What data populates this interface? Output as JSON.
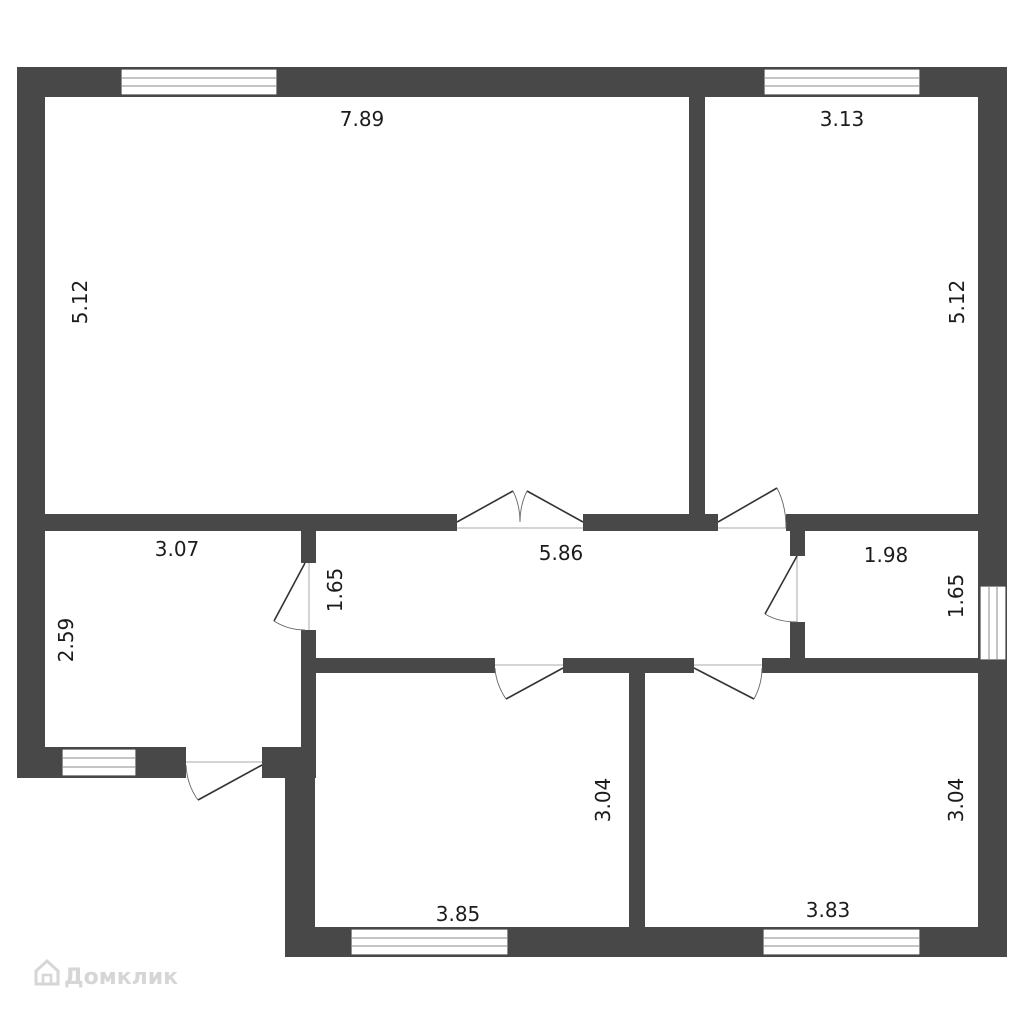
{
  "plan": {
    "rooms": [
      {
        "id": "living-room",
        "width_label": "7.89",
        "height_label": "5.12"
      },
      {
        "id": "bedroom-top-right",
        "width_label": "3.13",
        "height_label": "5.12"
      },
      {
        "id": "left-room",
        "width_label": "3.07",
        "height_label": "2.59"
      },
      {
        "id": "hallway",
        "width_label": "5.86",
        "height_label": "1.65"
      },
      {
        "id": "bathroom",
        "width_label": "1.98",
        "height_label": "1.65"
      },
      {
        "id": "bedroom-bottom-left",
        "width_label": "3.85",
        "height_label": "3.04"
      },
      {
        "id": "bedroom-bottom-right",
        "width_label": "3.83",
        "height_label": "3.04"
      }
    ],
    "colors": {
      "wall": "#484848",
      "background": "#ffffff",
      "watermark": "#d6d6d6"
    }
  },
  "watermark": {
    "text": "Домклик",
    "icon": "house-icon"
  }
}
